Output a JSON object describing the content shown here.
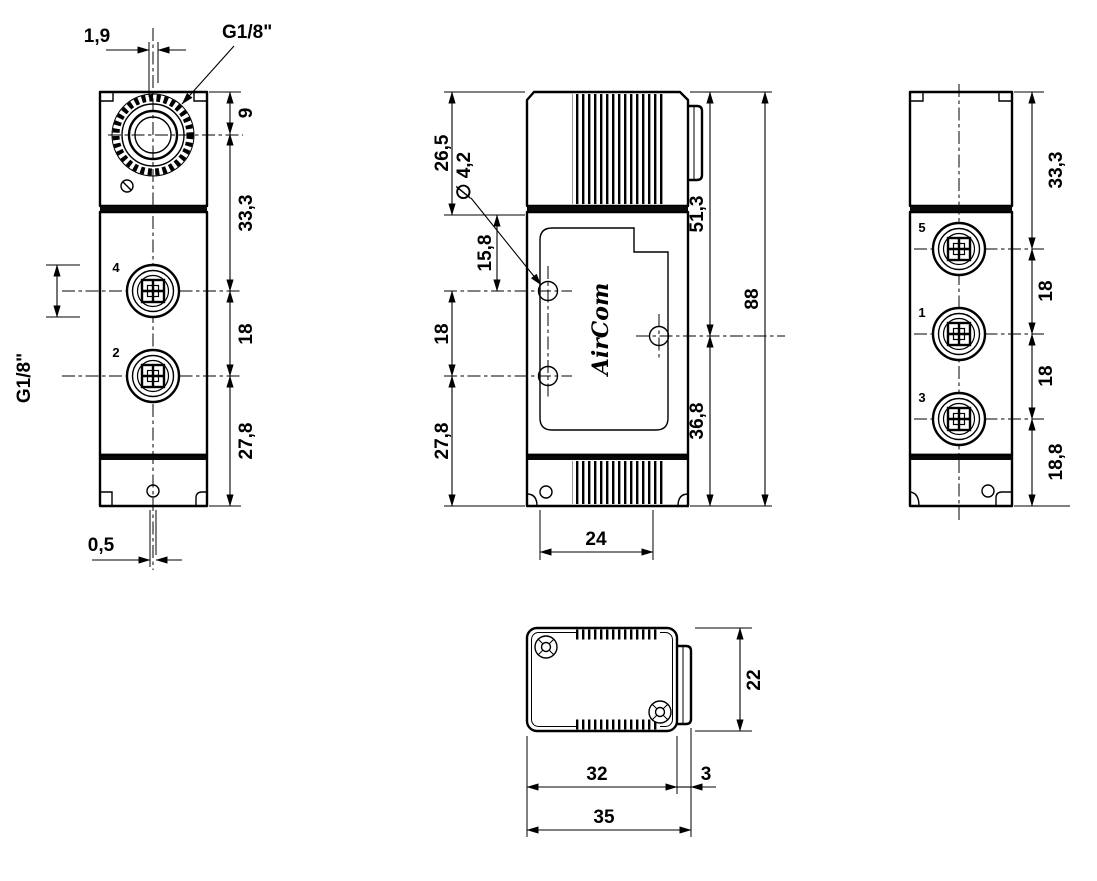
{
  "front_left": {
    "d1_9": "1,9",
    "thread_top": "G1/8\"",
    "d9": "9",
    "d33_3": "33,3",
    "d18": "18",
    "d27_8": "27,8",
    "thread_side": "G1/8\"",
    "d0_5": "0,5",
    "port4": "4",
    "port2": "2"
  },
  "side": {
    "d26_5": "26,5",
    "dia4_2": "∅ 4,2",
    "d15_8": "15,8",
    "d18": "18",
    "d27_8": "27,8",
    "d51_3": "51,3",
    "d88": "88",
    "d36_8": "36,8",
    "d24": "24",
    "logo": "AirCom"
  },
  "front_right": {
    "d33_3": "33,3",
    "d18_a": "18",
    "d18_b": "18",
    "d18_8": "18,8",
    "port5": "5",
    "port1": "1",
    "port3": "3"
  },
  "top": {
    "d22": "22",
    "d32": "32",
    "d3": "3",
    "d35": "35"
  }
}
